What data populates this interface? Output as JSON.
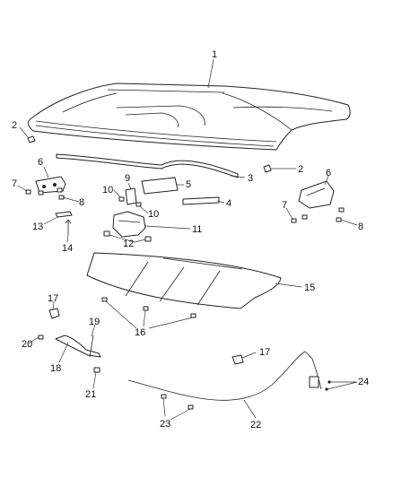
{
  "diagram": {
    "callouts": {
      "c1": "1",
      "c2a": "2",
      "c2b": "2",
      "c3": "3",
      "c4": "4",
      "c5": "5",
      "c6a": "6",
      "c6b": "6",
      "c7a": "7",
      "c7b": "7",
      "c8a": "8",
      "c8b": "8",
      "c9": "9",
      "c10a": "10",
      "c10b": "10",
      "c11": "11",
      "c12": "12",
      "c13": "13",
      "c14": "14",
      "c15": "15",
      "c16": "16",
      "c17a": "17",
      "c17b": "17",
      "c18": "18",
      "c19": "19",
      "c20": "20",
      "c21": "21",
      "c22": "22",
      "c23": "23",
      "c24": "24"
    }
  }
}
